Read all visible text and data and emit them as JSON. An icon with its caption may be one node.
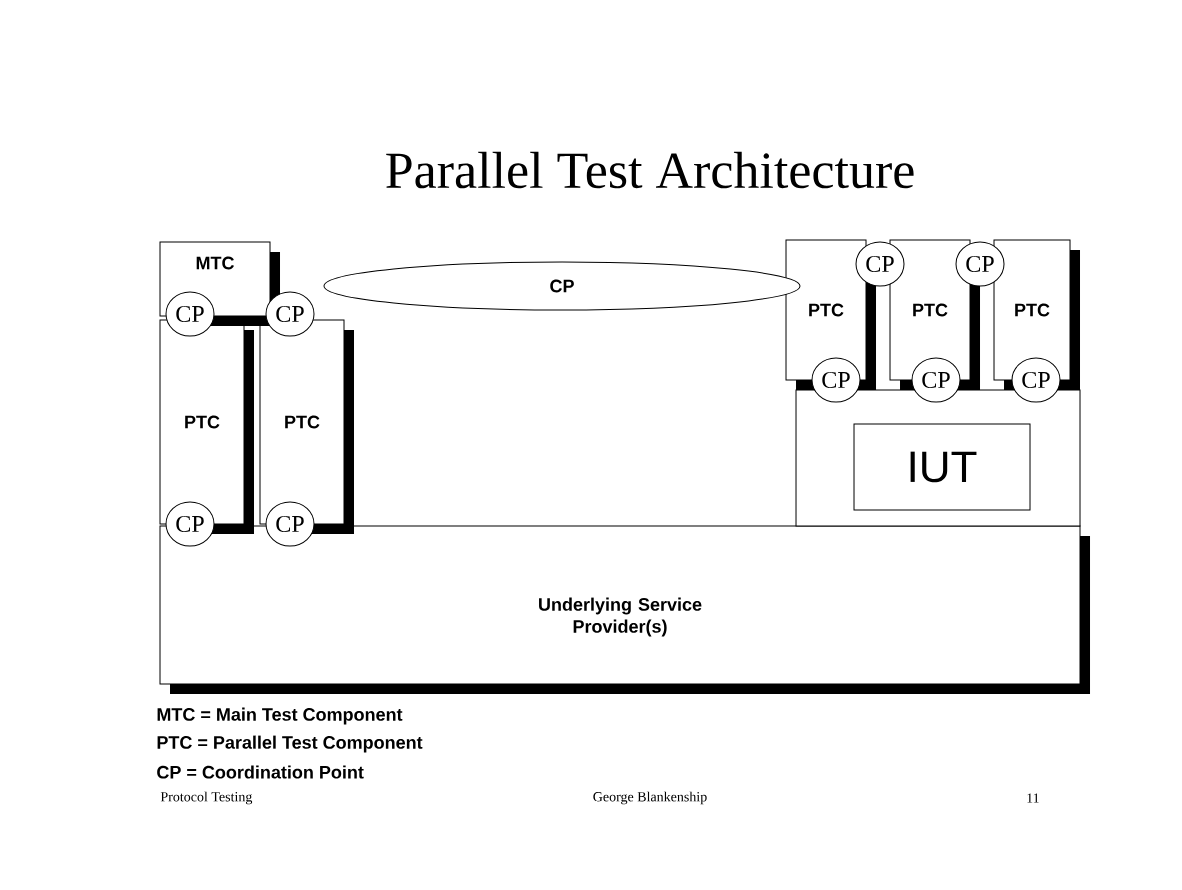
{
  "diagram": {
    "title": "Parallel Test Architecture",
    "nodes": [
      {
        "text": [
          "MTC"
        ]
      },
      {
        "text": [
          "CP"
        ]
      },
      {
        "text": [
          "PTC"
        ]
      },
      {
        "text": [
          "PTC"
        ]
      },
      {
        "text": [
          "PTC"
        ]
      },
      {
        "text": [
          "CP"
        ]
      },
      {
        "text": [
          "CP"
        ]
      },
      {
        "text": [
          "CP"
        ]
      },
      {
        "text": [
          "CP"
        ]
      },
      {
        "text": [
          "CP"
        ]
      },
      {
        "text": [
          "CP"
        ]
      },
      {
        "text": [
          "CP"
        ]
      },
      {
        "text": [
          "PTC"
        ]
      },
      {
        "text": [
          "PTC"
        ]
      },
      {
        "text": [],
        "shape": "box"
      },
      {
        "text": [
          "IUT"
        ],
        "in": 14
      },
      {
        "text": [
          "Underlying Service Provider(s)"
        ]
      },
      {
        "text": [
          "CP"
        ]
      },
      {
        "text": [
          "CP"
        ]
      }
    ],
    "edges": [],
    "labels": [
      "MTC = Main Test Component",
      "PTC = Parallel Test Component",
      "CP = Coordination Point",
      "Protocol Testing",
      "George Blankenship",
      "11"
    ]
  }
}
